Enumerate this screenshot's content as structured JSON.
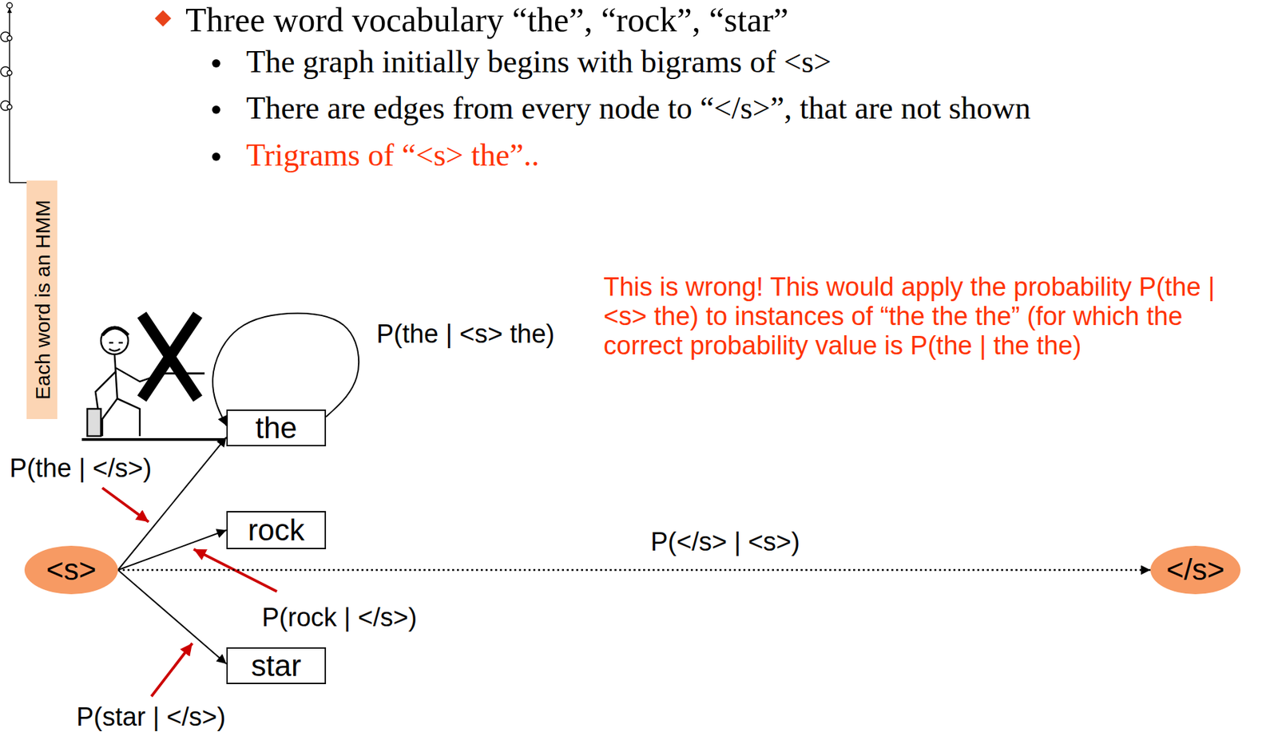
{
  "diagram": {
    "nodes": [
      {
        "text": [
          "Each word is an HMM"
        ]
      },
      {
        "text": [
          "<s>"
        ]
      },
      {
        "text": [
          "the"
        ]
      },
      {
        "text": [
          "rock"
        ]
      },
      {
        "text": [
          "star"
        ]
      },
      {
        "text": [
          "</s>"
        ]
      }
    ],
    "edges": [
      {
        "from": 1,
        "to": 2,
        "arrow": "to",
        "label": "P(the | </s>)"
      },
      {
        "from": 1,
        "to": 3,
        "arrow": "to",
        "label": "P(rock | </s>)"
      },
      {
        "from": 1,
        "to": 4,
        "arrow": "to",
        "label": "P(star | </s>)"
      },
      {
        "from": 1,
        "to": 5,
        "arrow": "to",
        "label": "P(</s> | <s>)"
      },
      {
        "from": 2,
        "to": 2,
        "arrow": "to",
        "label": "P(the | <s> the)"
      }
    ],
    "labels": [
      "Three word vocabulary “the”, “rock”, “star”",
      "The graph initially begins with bigrams of <s>",
      "There are edges from every node to “</s>”, that are not shown",
      "Trigrams of “<s> the”..",
      "This is wrong! This would apply the probability P(the | <s> the) to instances of “the the the” (for which the correct probability value is P(the | the the)"
    ]
  }
}
